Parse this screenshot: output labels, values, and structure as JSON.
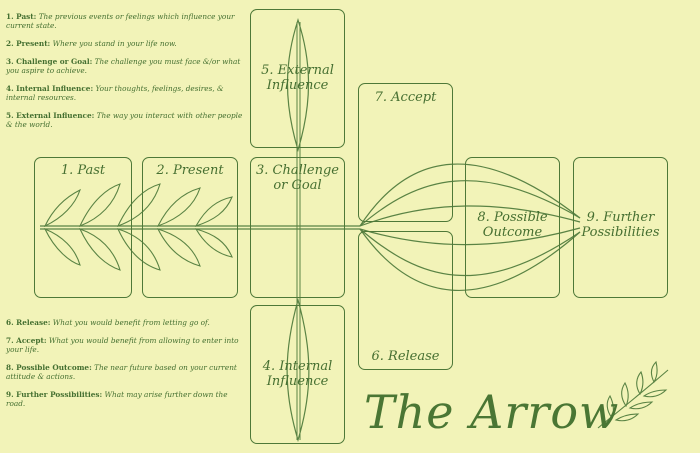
{
  "legend": [
    {
      "term": "1. Past:",
      "desc": "The previous events or feelings which influence your current state."
    },
    {
      "term": "2. Present:",
      "desc": "Where you stand in your life now."
    },
    {
      "term": "3. Challenge or Goal:",
      "desc": "The challenge you must face &/or what you aspire to achieve."
    },
    {
      "term": "4. Internal Influence:",
      "desc": "Your thoughts, feelings, desires, & internal resources."
    },
    {
      "term": "5. External Influence:",
      "desc": "The way you interact with other people & the world."
    },
    {
      "term": "6. Release:",
      "desc": "What you would benefit from letting go of."
    },
    {
      "term": "7. Accept:",
      "desc": "What you would benefit from allowing to enter into your life."
    },
    {
      "term": "8. Possible Outcome:",
      "desc": "The near future based on your current attitude & actions."
    },
    {
      "term": "9. Further Possibilities:",
      "desc": "What may arise further down the road."
    }
  ],
  "cards": {
    "past": {
      "line1": "1. Past"
    },
    "present": {
      "line1": "2. Present"
    },
    "challenge": {
      "line1": "3. Challenge",
      "line2": "or Goal"
    },
    "internal": {
      "line1": "4. Internal",
      "line2": "Influence"
    },
    "external": {
      "line1": "5. External",
      "line2": "Influence"
    },
    "release": {
      "line1": "6. Release"
    },
    "accept": {
      "line1": "7. Accept"
    },
    "outcome": {
      "line1": "8. Possible",
      "line2": "Outcome"
    },
    "further": {
      "line1": "9. Further",
      "line2": "Possibilities"
    }
  },
  "title": "The Arrow",
  "colors": {
    "background": "#f2f3b8",
    "ink": "#4a7634"
  }
}
